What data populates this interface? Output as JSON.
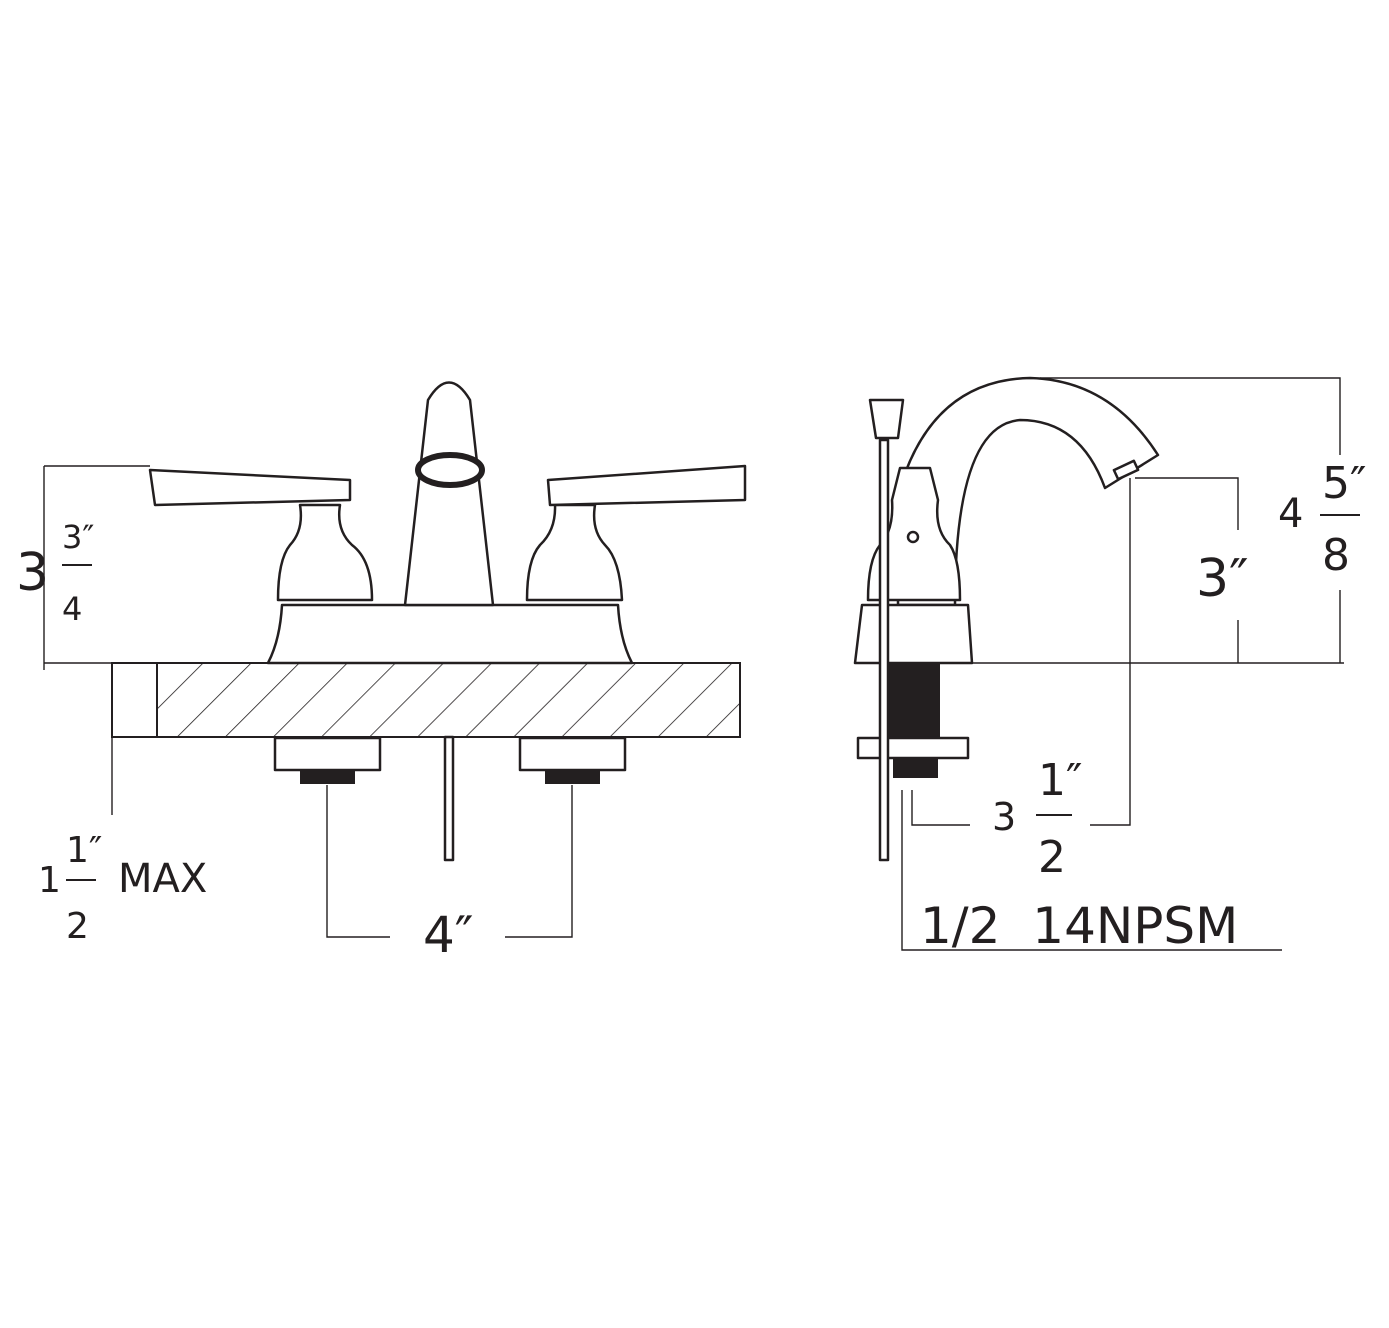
{
  "front_view": {
    "height_whole": "3",
    "height_num": "3″",
    "height_den": "4",
    "deck_whole": "1",
    "deck_num": "1″",
    "deck_den": "2",
    "deck_suffix": "MAX",
    "center_spacing": "4″"
  },
  "side_view": {
    "total_height_whole": "4",
    "total_height_num": "5″",
    "total_height_den": "8",
    "spout_height": "3″",
    "reach_whole": "3",
    "reach_num": "1″",
    "reach_den": "2",
    "thread_spec": "1/2  14NPSM"
  },
  "colors": {
    "line": "#231f20",
    "background": "#ffffff"
  }
}
